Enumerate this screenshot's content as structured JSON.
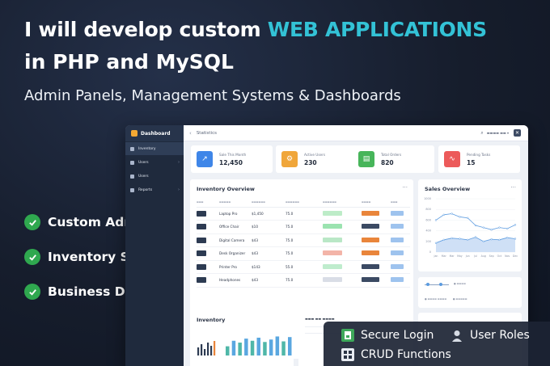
{
  "headline": {
    "line1_prefix": "I will develop custom ",
    "line1_accent": "WEB APPLICATIONS",
    "line2": "in PHP and MySQL",
    "subtitle": "Admin Panels, Management Systems & Dashboards"
  },
  "features": [
    {
      "label": "Custom Admin Panels"
    },
    {
      "label": "Inventory Systems"
    },
    {
      "label": "Business Dashboards"
    }
  ],
  "overlay_features": [
    {
      "label": "Secure Login",
      "icon": "file-lock-icon"
    },
    {
      "label": "User Roles",
      "icon": "user-icon"
    },
    {
      "label": "CRUD Functions",
      "icon": "grid-icon"
    }
  ],
  "colors": {
    "accent": "#33c2d6",
    "check": "#2fa84f",
    "sidebar": "#1f2a3d",
    "chart_line": "#5b9be0"
  },
  "dashboard": {
    "sidebar": {
      "title": "Dashboard",
      "items": [
        {
          "label": "Inventory",
          "active": true
        },
        {
          "label": "Users"
        },
        {
          "label": "Users"
        },
        {
          "label": "Reports"
        }
      ]
    },
    "topbar": {
      "title": "Statistics"
    },
    "stats": [
      {
        "label": "Sale This Month",
        "value": "12,450",
        "color": "#3f86e8",
        "icon": "trend-icon"
      },
      {
        "label": "Active Users",
        "value": "230",
        "color": "#f0a63a",
        "icon": "gear-icon"
      },
      {
        "label": "Total Orders",
        "value": "820",
        "color": "#47b55a",
        "icon": "cart-icon"
      },
      {
        "label": "Pending Tasks",
        "value": "15",
        "color": "#ec5a5a",
        "icon": "pulse-icon"
      }
    ],
    "inventory": {
      "title": "Inventory Overview",
      "rows": [
        {
          "name": "Laptop Pro",
          "c1": "$1,450",
          "c2": "75.0"
        },
        {
          "name": "Office Chair",
          "c1": "$10",
          "c2": "75.0"
        },
        {
          "name": "Digital Camera",
          "c1": "$43",
          "c2": "75.0"
        },
        {
          "name": "Desk Organizer",
          "c1": "$43",
          "c2": "75.0"
        },
        {
          "name": "Printer Pro",
          "c1": "$143",
          "c2": "55.0"
        },
        {
          "name": "Headphones",
          "c1": "$43",
          "c2": "75.0"
        }
      ]
    },
    "sales": {
      "title": "Sales Overview",
      "chart_data": {
        "type": "line",
        "categories": [
          "Jan",
          "Mar",
          "Mar",
          "May",
          "Jun",
          "Jul",
          "Aug",
          "Sep",
          "Oct",
          "Nov",
          "Dec"
        ],
        "series": [
          {
            "values": [
              600,
              700,
              720,
              660,
              640,
              500,
              460,
              420,
              460,
              440,
              510
            ]
          },
          {
            "values": [
              170,
              230,
              260,
              250,
              230,
              280,
              200,
              240,
              230,
              270,
              250
            ]
          }
        ],
        "ylim": [
          0,
          1000
        ],
        "yticks": [
          "1000",
          "800",
          "600",
          "400",
          "200",
          "0"
        ]
      }
    },
    "inventory_card": {
      "title": "Inventory",
      "chart_data": {
        "type": "bar",
        "values": [
          30,
          48,
          42,
          55,
          48,
          58,
          44,
          52,
          62,
          46,
          60
        ]
      }
    }
  }
}
